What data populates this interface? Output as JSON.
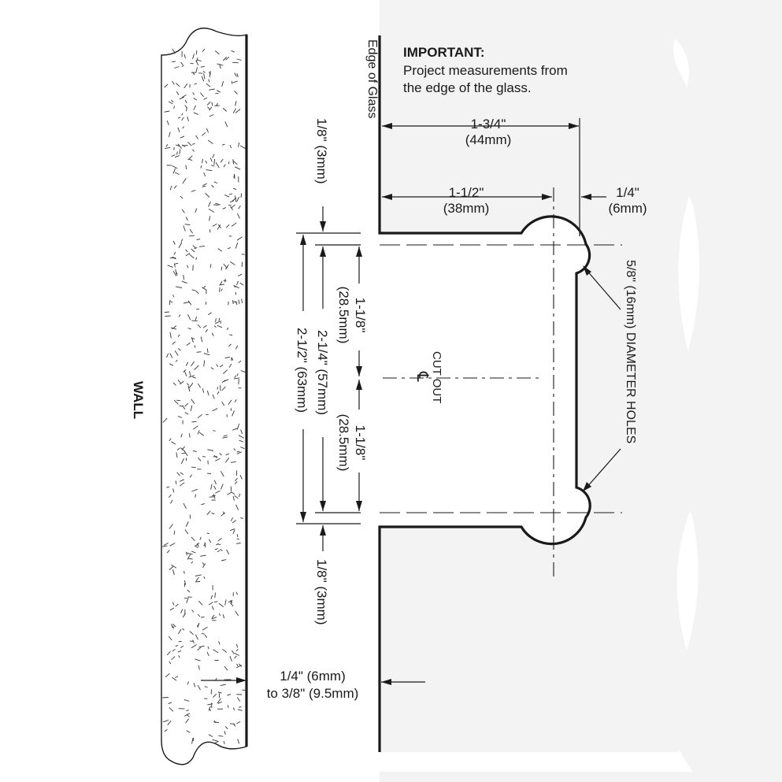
{
  "notes": {
    "important_heading": "IMPORTANT:",
    "important_line1": "Project measurements from",
    "important_line2": "the edge of the glass."
  },
  "labels": {
    "edge_of_glass": "Edge of Glass",
    "wall": "WALL",
    "cut_out": "CUT OUT",
    "centerline_symbol": "℄"
  },
  "dimensions": {
    "top_overall_imperial": "1-3/4\"",
    "top_overall_metric": "(44mm)",
    "to_hole_center_imperial": "1-1/2\"",
    "to_hole_center_metric": "(38mm)",
    "hole_offset_imperial": "1/4\"",
    "hole_offset_metric": "(6mm)",
    "hole_diameter": "5/8\" (16mm) DIAMETER HOLES",
    "top_gap": "1/8\" (3mm)",
    "bottom_gap": "1/8\" (3mm)",
    "overall_height": "2-1/2\" (63mm)",
    "inner_height": "2-1/4\" (57mm)",
    "half_upper_imperial": "1-1/8\"",
    "half_upper_metric": "(28.5mm)",
    "half_lower_imperial": "1-1/8\"",
    "half_lower_metric": "(28.5mm)",
    "wall_gap_line1": "1/4\" (6mm)",
    "wall_gap_line2": "to 3/8\" (9.5mm)"
  },
  "colors": {
    "line": "#1a1a1a",
    "glass_fill": "#f3f3f3",
    "wall_fill": "#ffffff"
  }
}
